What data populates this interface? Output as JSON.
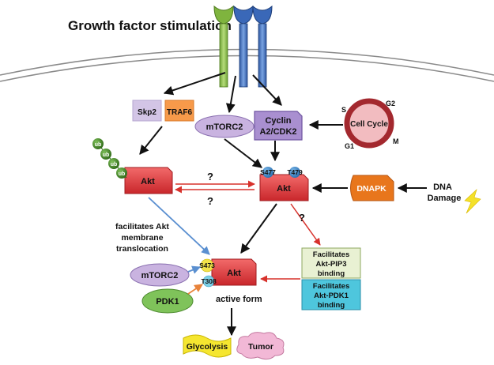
{
  "title": "Growth factor stimulation",
  "nodes": {
    "skp2": "Skp2",
    "traf6": "TRAF6",
    "mtorc2_top": "mTORC2",
    "cyclin_line1": "Cyclin",
    "cyclin_line2": "A2/CDK2",
    "cell_cycle": "Cell Cycle",
    "phase_s": "S",
    "phase_g2": "G2",
    "phase_g1": "G1",
    "phase_m": "M",
    "ub": "ub",
    "akt": "Akt",
    "s477": "S477",
    "t479": "T479",
    "question": "?",
    "dnapk": "DNAPK",
    "dna_damage_line1": "DNA",
    "dna_damage_line2": "Damage",
    "facilitates_line1": "facilitates Akt",
    "facilitates_line2": "membrane",
    "facilitates_line3": "translocation",
    "pip3_line1": "Facilitates",
    "pip3_line2": "Akt-PIP3",
    "pip3_line3": "binding",
    "pdk1box_line1": "Facilitates",
    "pdk1box_line2": "Akt-PDK1",
    "pdk1box_line3": "binding",
    "mtorc2_bottom": "mTORC2",
    "pdk1": "PDK1",
    "s473": "S473",
    "t308": "T308",
    "active_form": "active form",
    "glycolysis": "Glycolysis",
    "tumor": "Tumor"
  },
  "colors": {
    "receptor_green": "#8cc04a",
    "receptor_blue": "#3f6fbf",
    "skp2_fill": "#d3c5e6",
    "traf6_fill": "#f79a4a",
    "purple_fill": "#c9b3e0",
    "cyclin_fill": "#a98fd0",
    "akt_fill": "#e8484c",
    "ub_fill": "#4a8a2a",
    "phospho_blue": "#3c8fd0",
    "dnapk_fill": "#e8761c",
    "pip3_fill": "#e9f1d3",
    "pdk1box_fill": "#4ec6dd",
    "pdk1_fill": "#7fc35a",
    "s473_fill": "#f2e24a",
    "glycolysis_fill": "#f5e630",
    "tumor_fill": "#f2b8d6",
    "red_arrow": "#d7322c",
    "blue_arrow": "#5a8fd0",
    "orange_arrow": "#e8823a"
  }
}
